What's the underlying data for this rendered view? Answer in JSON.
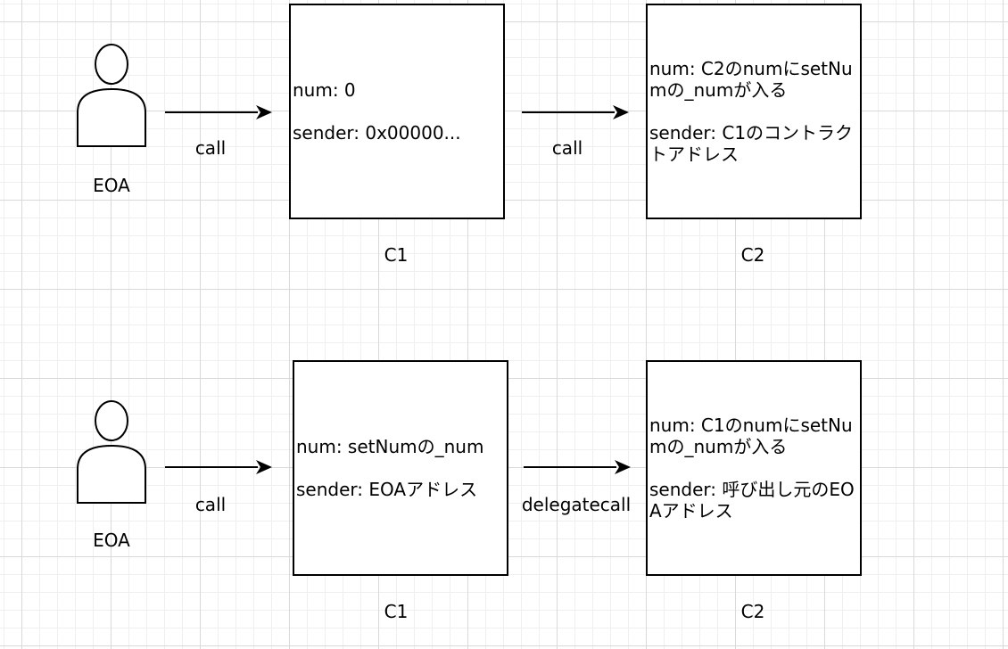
{
  "rows": [
    {
      "actor_label": "EOA",
      "edge1_label": "call",
      "c1": {
        "name": "C1",
        "num_text": "num: 0",
        "sender_text": "sender: 0x00000..."
      },
      "edge2_label": "call",
      "c2": {
        "name": "C2",
        "num_text": "num: C2のnumにsetNumの_numが入る",
        "sender_text": "sender: C1のコントラクトアドレス"
      }
    },
    {
      "actor_label": "EOA",
      "edge1_label": "call",
      "c1": {
        "name": "C1",
        "num_text": "num: setNumの_num",
        "sender_text": "sender: EOAアドレス"
      },
      "edge2_label": "delegatecall",
      "c2": {
        "name": "C2",
        "num_text": "num: C1のnumにsetNumの_numが入る",
        "sender_text": "sender: 呼び出し元のEOAアドレス"
      }
    }
  ],
  "icons": {
    "actor": "person-icon",
    "connector": "arrow-right-icon"
  }
}
